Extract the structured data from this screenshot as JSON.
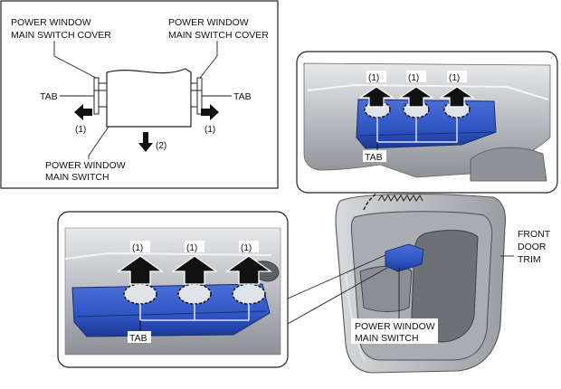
{
  "labels": {
    "cover": [
      "POWER WINDOW",
      "MAIN SWITCH COVER"
    ],
    "switch": [
      "POWER WINDOW",
      "MAIN SWITCH"
    ],
    "tab": "TAB",
    "step1": "(1)",
    "step2": "(2)",
    "trim": [
      "FRONT",
      "DOOR",
      "TRIM"
    ]
  },
  "colors": {
    "switch_blue": "#2f55c4",
    "switch_blue_dark": "#1c3a94",
    "panel_gray": "#b9bcc0",
    "panel_gray_dark": "#7f8388",
    "arrow_black": "#111111"
  }
}
